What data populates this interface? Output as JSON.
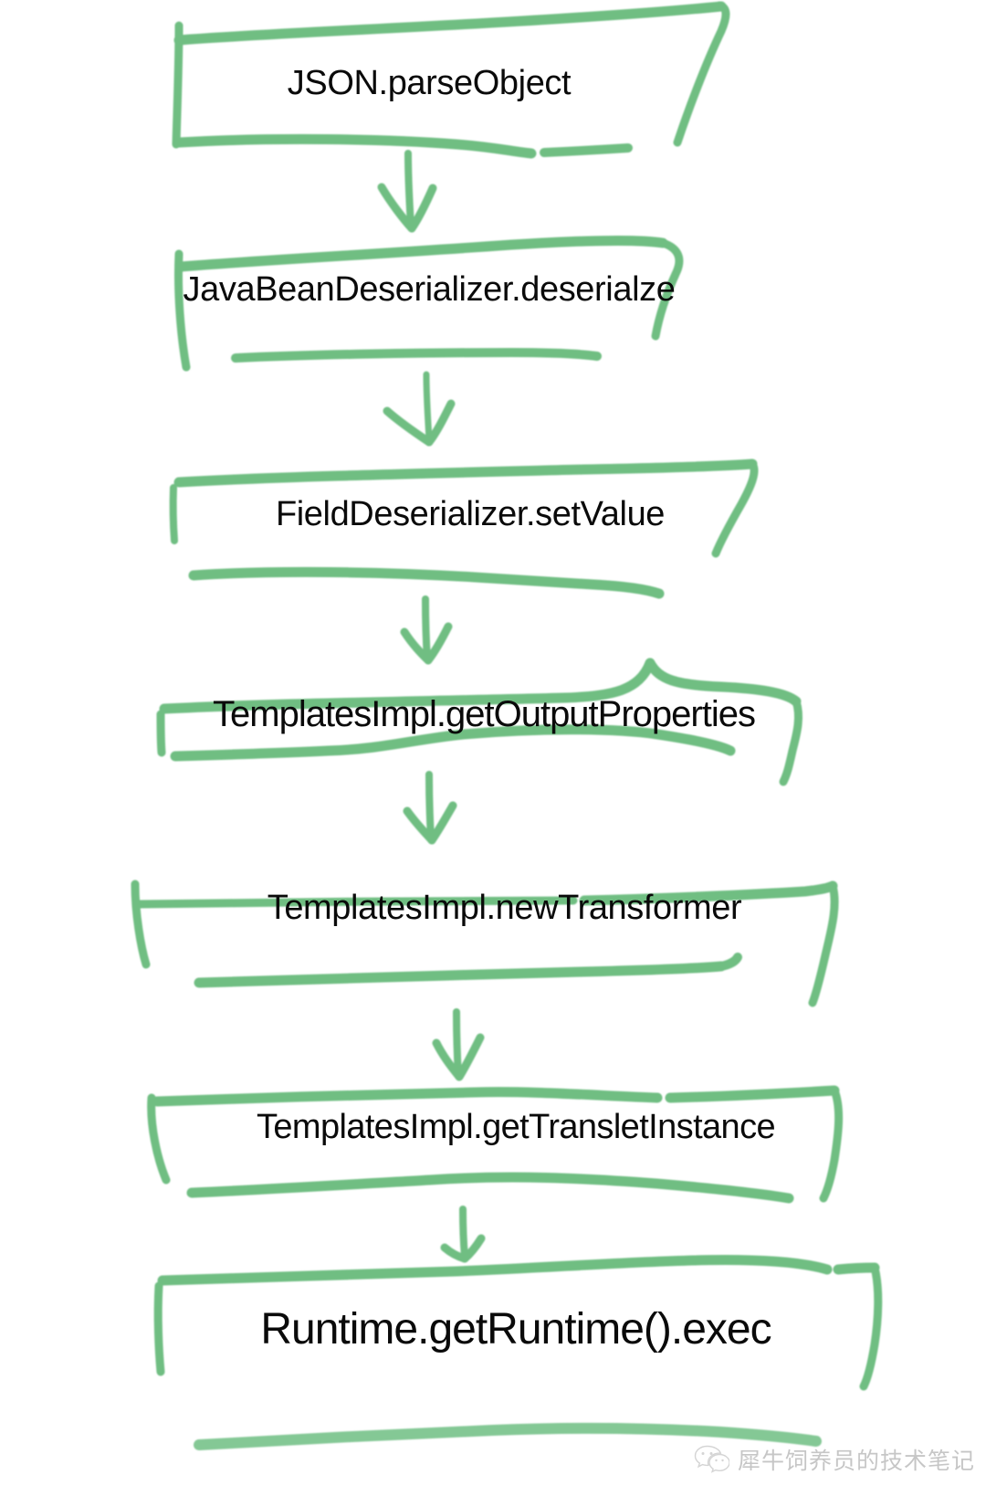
{
  "diagram": {
    "title": "Fastjson TemplatesImpl deserialization gadget call chain",
    "type": "flowchart",
    "orientation": "top-to-bottom",
    "stroke_color": "#6FBE82",
    "text_color": "#0a0a0a",
    "background_color": "#ffffff",
    "style": "hand-drawn",
    "nodes": [
      {
        "id": "n1",
        "label": "JSON.parseObject"
      },
      {
        "id": "n2",
        "label": "JavaBeanDeserializer.deserialze"
      },
      {
        "id": "n3",
        "label": "FieldDeserializer.setValue"
      },
      {
        "id": "n4",
        "label": "TemplatesImpl.getOutputProperties"
      },
      {
        "id": "n5",
        "label": "TemplatesImpl.newTransformer"
      },
      {
        "id": "n6",
        "label": "TemplatesImpl.getTransletInstance"
      },
      {
        "id": "n7",
        "label": "Runtime.getRuntime().exec"
      }
    ],
    "edges": [
      {
        "from": "n1",
        "to": "n2",
        "kind": "arrow-down"
      },
      {
        "from": "n2",
        "to": "n3",
        "kind": "arrow-down"
      },
      {
        "from": "n3",
        "to": "n4",
        "kind": "arrow-down"
      },
      {
        "from": "n4",
        "to": "n5",
        "kind": "arrow-down"
      },
      {
        "from": "n5",
        "to": "n6",
        "kind": "arrow-down"
      },
      {
        "from": "n6",
        "to": "n7",
        "kind": "arrow-down"
      }
    ]
  },
  "watermark": {
    "text": "犀牛饲养员的技术笔记",
    "icon": "wechat-icon"
  }
}
